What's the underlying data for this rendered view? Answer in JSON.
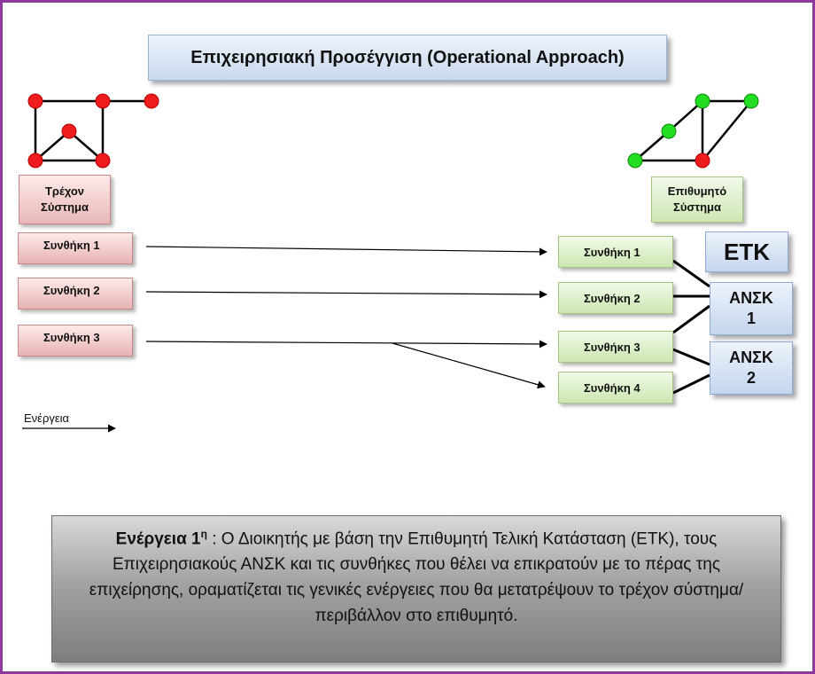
{
  "title": "Επιχειρησιακή Προσέγγιση (Operational Approach)",
  "current_system": "Τρέχον\nΣύστημα",
  "desired_system": "Επιθυμητό\nΣύστημα",
  "current_conditions": [
    "Συνθήκη 1",
    "Συνθήκη 2",
    "Συνθήκη 3"
  ],
  "desired_conditions": [
    "Συνθήκη 1",
    "Συνθήκη 2",
    "Συνθήκη 3",
    "Συνθήκη 4"
  ],
  "etk": "ΕΤΚ",
  "ansk1": "ΑΝΣΚ\n1",
  "ansk2": "ΑΝΣΚ\n2",
  "legend_label": "Ενέργεια",
  "description": {
    "lead": "Ενέργεια 1",
    "lead_sup": "η",
    "text": " : Ο Διοικητής με βάση την Επιθυμητή Τελική Κατάσταση (ΕΤΚ), τους Επιχειρησιακούς ΑΝΣΚ και τις συνθήκες που θέλει να επικρατούν με το πέρας της επιχείρησης, οραματίζεται τις γενικές ενέργειες που θα μετατρέψουν το τρέχον σύστημα/περιβάλλον στο επιθυμητό."
  },
  "colors": {
    "frame": "#8b3a99",
    "red_node": "#ee1c1c",
    "green_node": "#22dd22"
  }
}
